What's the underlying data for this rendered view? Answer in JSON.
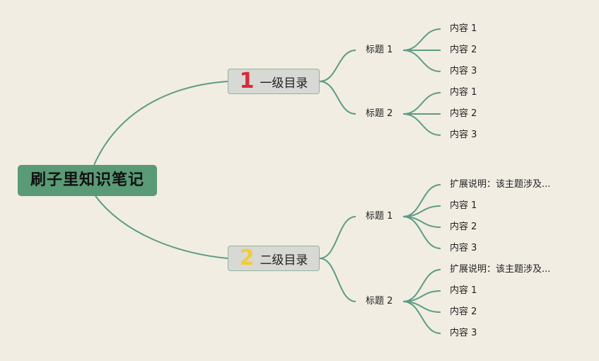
{
  "root": {
    "label": "刷子里知识笔记",
    "color": "#5a9a77"
  },
  "link_color": "#5e9b85",
  "branches": [
    {
      "number": "1",
      "number_color": "#d62b3a",
      "label": "一级目录",
      "topics": [
        {
          "label": "标题 1",
          "items": [
            "内容 1",
            "内容 2",
            "内容 3"
          ]
        },
        {
          "label": "标题 2",
          "items": [
            "内容 1",
            "内容 2",
            "内容 3"
          ]
        }
      ]
    },
    {
      "number": "2",
      "number_color": "#f2cc3a",
      "label": "二级目录",
      "topics": [
        {
          "label": "标题 1",
          "items": [
            "扩展说明：该主题涉及...",
            "内容 1",
            "内容 2",
            "内容 3"
          ]
        },
        {
          "label": "标题 2",
          "items": [
            "扩展说明：该主题涉及...",
            "内容 1",
            "内容 2",
            "内容 3"
          ]
        }
      ]
    }
  ]
}
